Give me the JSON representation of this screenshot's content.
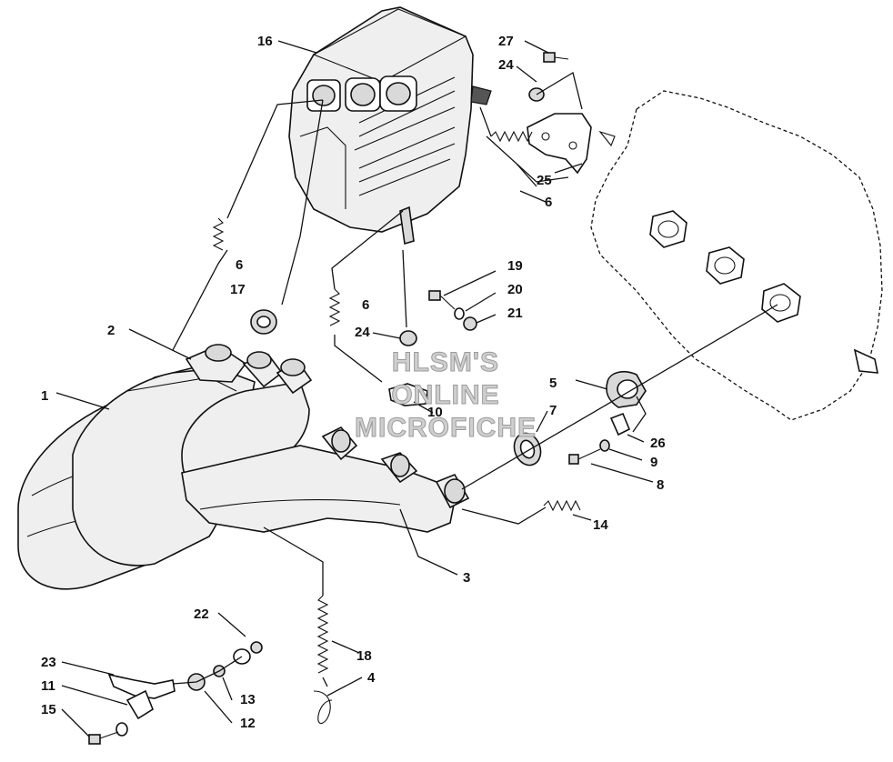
{
  "watermark": {
    "line1": "HLSM'S",
    "line2": "ONLINE",
    "line3": "MICROFICHE"
  },
  "callouts": {
    "c1": "1",
    "c2": "2",
    "c3": "3",
    "c4": "4",
    "c5": "5",
    "c6a": "6",
    "c6b": "6",
    "c6c": "6",
    "c7": "7",
    "c8": "8",
    "c9": "9",
    "c10": "10",
    "c11": "11",
    "c12": "12",
    "c13": "13",
    "c14": "14",
    "c15": "15",
    "c16": "16",
    "c17": "17",
    "c18": "18",
    "c19": "19",
    "c20": "20",
    "c21": "21",
    "c22": "22",
    "c23": "23",
    "c24a": "24",
    "c24b": "24",
    "c25": "25",
    "c26": "26",
    "c27": "27"
  }
}
